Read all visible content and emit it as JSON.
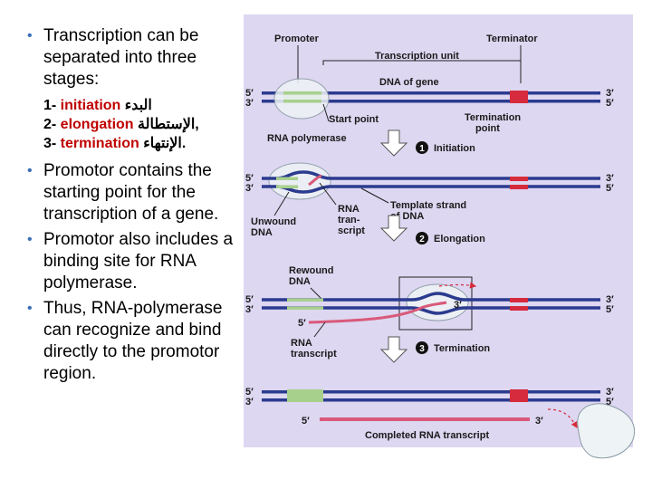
{
  "left": {
    "bullet1": "Transcription can be separated into three stages:",
    "stages": [
      {
        "num": "1- ",
        "term": "initiation",
        "arabic": "البدء",
        "end": ""
      },
      {
        "num": "2- ",
        "term": "elongation",
        "arabic": "الإستطالة",
        "end": ","
      },
      {
        "num": "3- ",
        "term": "termination",
        "arabic": "الإنتهاء",
        "end": "."
      }
    ],
    "bullet2": "Promotor contains the starting point for the transcription of a gene.",
    "bullet3": "Promotor also includes a binding site for RNA polymerase.",
    "bullet4": "Thus, RNA-polymerase can recognize and bind directly to the promotor region."
  },
  "figure": {
    "promoter": "Promoter",
    "terminator": "Terminator",
    "transcription_unit": "Transcription unit",
    "dna_of_gene": "DNA of gene",
    "start_point": "Start point",
    "termination_point_1": "Termination",
    "termination_point_2": "point",
    "rna_polymerase": "RNA polymerase",
    "step1_num": "1",
    "step1": "Initiation",
    "unwound_1": "Unwound",
    "unwound_2": "DNA",
    "rna_tr_1": "RNA",
    "rna_tr_2": "tran-",
    "rna_tr_3": "script",
    "template_1": "Template strand",
    "template_2": "of DNA",
    "step2_num": "2",
    "step2": "Elongation",
    "rewound_1": "Rewound",
    "rewound_2": "DNA",
    "step3_num": "3",
    "step3": "Termination",
    "rna_transcript_1": "RNA",
    "rna_transcript_2": "transcript",
    "completed": "Completed RNA transcript",
    "five_prime": "5′",
    "three_prime": "3′"
  },
  "colors": {
    "background": "#ddd7f1",
    "dna_strand": "#2b3b8f",
    "promoter_region": "#a8d08d",
    "terminator_region": "#d62b3c",
    "rna": "#d9597a",
    "polymerase": "#eef3f5",
    "arrow_fill": "#ffffff",
    "step_badge": "#111111",
    "bullet": "#3b6fb6",
    "highlight": "#c00000"
  }
}
